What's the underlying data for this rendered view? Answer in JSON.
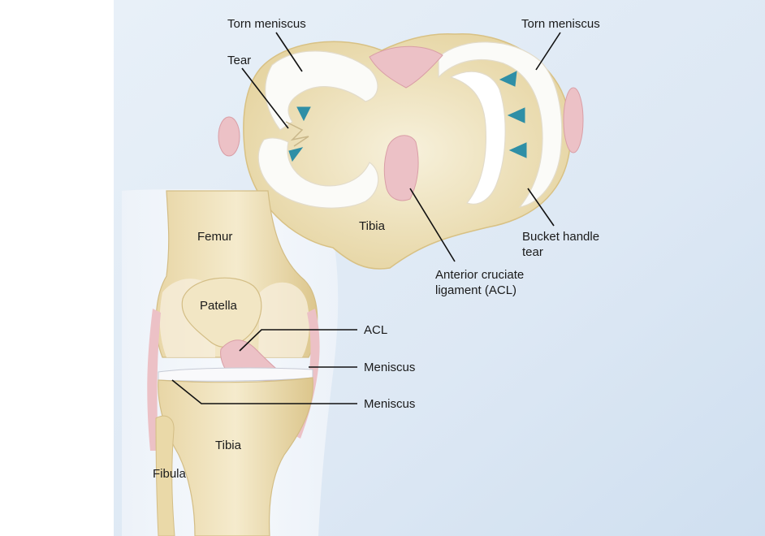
{
  "labels": {
    "torn_meniscus_left": "Torn meniscus",
    "torn_meniscus_right": "Torn meniscus",
    "tear": "Tear",
    "tibia_top": "Tibia",
    "bucket_handle_line1": "Bucket handle",
    "bucket_handle_line2": "tear",
    "acl_full_line1": "Anterior cruciate",
    "acl_full_line2": "ligament (ACL)",
    "femur": "Femur",
    "patella": "Patella",
    "acl": "ACL",
    "meniscus_upper": "Meniscus",
    "meniscus_lower": "Meniscus",
    "tibia_bottom": "Tibia",
    "fibula": "Fibula"
  },
  "colors": {
    "panel_bg": "#dde9f5",
    "bone": "#efe3bf",
    "bone_shadow": "#d9c58f",
    "cartilage": "#f8f6ee",
    "ligament": "#ecc1c6",
    "meniscus": "#fdfdfd",
    "arrow": "#2f8fa6"
  }
}
